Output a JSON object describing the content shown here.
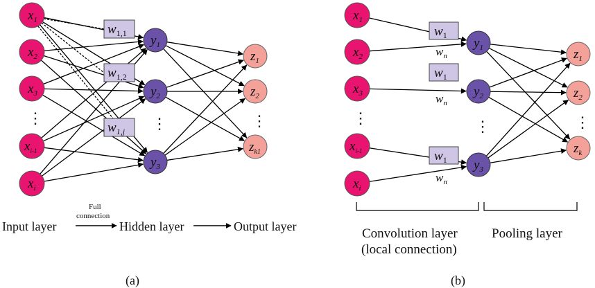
{
  "colors": {
    "input_node": "#e8146f",
    "hidden_node": "#6a52a8",
    "output_node": "#f4a19a",
    "weight_box": "#cfc6e6",
    "edge": "#000000"
  },
  "panel_a": {
    "caption": "(a)",
    "inputs": [
      {
        "base": "x",
        "sub": "1"
      },
      {
        "base": "x",
        "sub": "2"
      },
      {
        "base": "x",
        "sub": "3"
      },
      {
        "base": "x",
        "sub": "i-1"
      },
      {
        "base": "x",
        "sub": "i"
      }
    ],
    "hidden": [
      {
        "base": "y",
        "sub": "1"
      },
      {
        "base": "y",
        "sub": "2"
      },
      {
        "base": "y",
        "sub": "3"
      }
    ],
    "outputs": [
      {
        "base": "z",
        "sub": "1"
      },
      {
        "base": "z",
        "sub": "2"
      },
      {
        "base": "z",
        "sub": "k1"
      }
    ],
    "weights": [
      {
        "base": "w",
        "sub": "1,1"
      },
      {
        "base": "w",
        "sub": "1,2"
      },
      {
        "base": "w",
        "sub": "1,j"
      }
    ],
    "ellipsis": "⋮",
    "flow": {
      "input_label": "Input layer",
      "arrow1_top_line1": "Full",
      "arrow1_top_line2": "connection",
      "hidden_label": "Hidden layer",
      "output_label": "Output layer"
    }
  },
  "panel_b": {
    "caption": "(b)",
    "inputs": [
      {
        "base": "x",
        "sub": "1"
      },
      {
        "base": "x",
        "sub": "2"
      },
      {
        "base": "x",
        "sub": "3"
      },
      {
        "base": "x",
        "sub": "i-1"
      },
      {
        "base": "x",
        "sub": "i"
      }
    ],
    "hidden": [
      {
        "base": "y",
        "sub": "1"
      },
      {
        "base": "y",
        "sub": "2"
      },
      {
        "base": "y",
        "sub": "3"
      }
    ],
    "outputs": [
      {
        "base": "z",
        "sub": "1"
      },
      {
        "base": "z",
        "sub": "2"
      },
      {
        "base": "z",
        "sub": "k"
      }
    ],
    "weights": [
      {
        "base": "w",
        "sub": "1"
      },
      {
        "base": "w",
        "sub": "1"
      },
      {
        "base": "w",
        "sub": "1"
      }
    ],
    "wn": {
      "base": "w",
      "sub": "n"
    },
    "ellipsis": "⋮",
    "conv_label_line1": "Convolution layer",
    "conv_label_line2": "(local connection)",
    "pool_label": "Pooling layer"
  }
}
